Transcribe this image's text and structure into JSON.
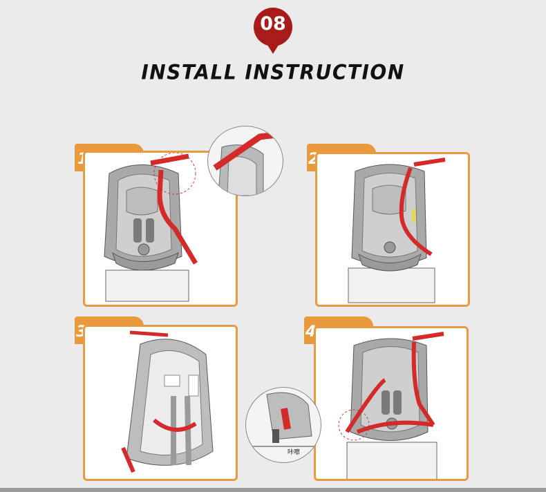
{
  "header": {
    "step_number": "08",
    "title": "INSTALL INSTRUCTION"
  },
  "steps": [
    {
      "number": "1"
    },
    {
      "number": "2"
    },
    {
      "number": "3"
    },
    {
      "number": "4"
    }
  ],
  "zoom_detail": {
    "click_label": "咔嚓"
  },
  "colors": {
    "badge_red": "#a81b1b",
    "accent_orange": "#e89a3c",
    "strap_red": "#d42a2a",
    "seat_gray": "#8f8f8f",
    "background": "#ebebeb"
  }
}
